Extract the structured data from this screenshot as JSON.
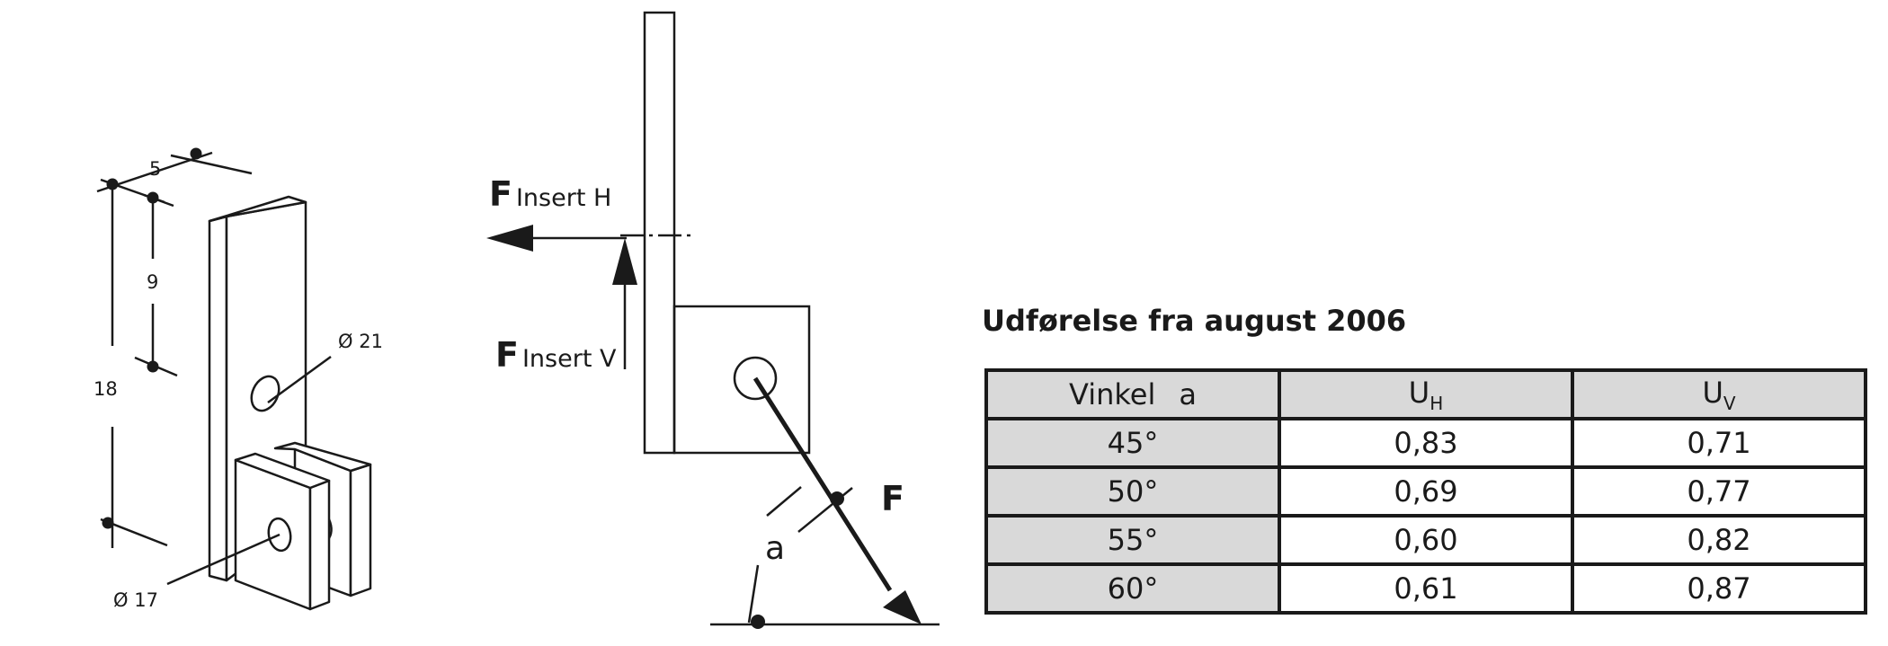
{
  "bracket": {
    "dim_top": "5",
    "dim_middle": "9",
    "dim_total": "18",
    "hole_top": "Ø 21",
    "hole_bottom": "Ø 17"
  },
  "force_diagram": {
    "f_symbol": "F",
    "horizontal_label": "Insert H",
    "vertical_label": "Insert V",
    "resultant_label": "F",
    "angle_label": "a"
  },
  "table": {
    "title": "Udførelse fra august 2006",
    "headers": {
      "angle": "Vinkel",
      "angle_symbol": "a",
      "uh_main": "U",
      "uh_sub": "H",
      "uv_main": "U",
      "uv_sub": "V"
    },
    "rows": [
      {
        "angle": "45°",
        "uh": "0,83",
        "uv": "0,71"
      },
      {
        "angle": "50°",
        "uh": "0,69",
        "uv": "0,77"
      },
      {
        "angle": "55°",
        "uh": "0,60",
        "uv": "0,82"
      },
      {
        "angle": "60°",
        "uh": "0,61",
        "uv": "0,87"
      }
    ]
  }
}
